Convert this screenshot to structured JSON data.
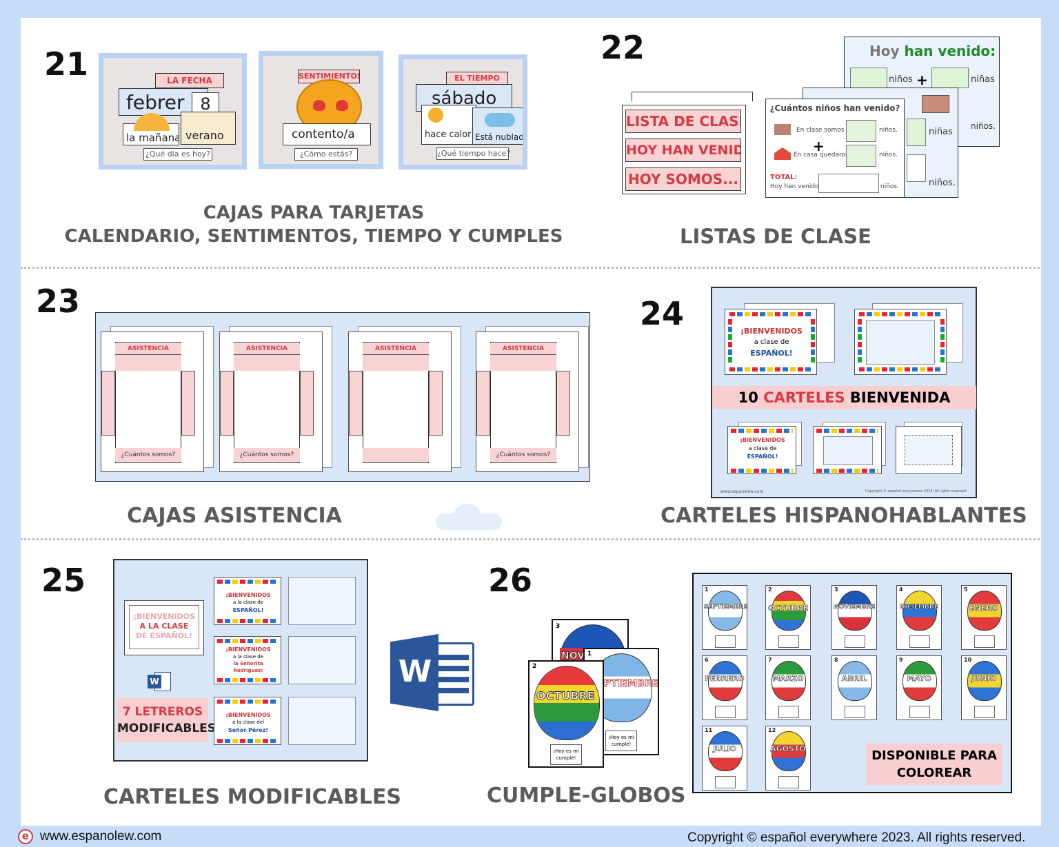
{
  "sections": {
    "s21": {
      "number": "21",
      "title_line1": "CAJAS PARA TARJETAS",
      "title_line2": "CALENDARIO, SENTIMENTOS, TIEMPO Y CUMPLES",
      "photo1": {
        "header": "LA FECHA",
        "month": "febrer",
        "day": "8",
        "part": "la mañana",
        "season": "verano",
        "question": "¿Qué día es hoy?"
      },
      "photo2": {
        "header": "SENTIMIENTOS",
        "feeling": "contento/a",
        "question": "¿Cómo estás?"
      },
      "photo3": {
        "header": "EL TIEMPO",
        "weekday": "sábado",
        "weather1": "hace calor",
        "weather2": "Está nublado",
        "question": "¿Qué tiempo hace?"
      }
    },
    "s22": {
      "number": "22",
      "title": "LISTAS DE CLASE",
      "labels": [
        "LISTA DE CLASE",
        "HOY HAN VENIDO...",
        "HOY SOMOS..."
      ],
      "sheet_front": {
        "heading": "¿Cuántos niños han venido?",
        "row1": "En clase somos",
        "row2": "En casa quedaron",
        "unit": "niños.",
        "total_label": "TOTAL:",
        "total_text": "Hoy han venido",
        "total_unit": "niños."
      },
      "sheet_back": {
        "heading_part1": "Hoy",
        "heading_part2": "han venido:",
        "boys": "niños",
        "girls": "niñas",
        "girls2": "niñas",
        "girls3": "niños.",
        "boys3": "niños."
      }
    },
    "s23": {
      "number": "23",
      "title": "CAJAS ASISTENCIA",
      "box_header": "ASISTENCIA",
      "box_question": "¿Cuántos somos?"
    },
    "s24": {
      "number": "24",
      "title": "CARTELES HISPANOHABLANTES",
      "banner_count": "10",
      "banner_word1": "CARTELES",
      "banner_word2": "BIENVENIDA",
      "welcome1": "¡BIENVENIDOS",
      "welcome2": "a clase de",
      "welcome3": "ESPAÑOL!",
      "website": "www.espanolew.com",
      "copyright_small": "Copyright © español everywhere 2023. All rights reserved."
    },
    "s25": {
      "number": "25",
      "title": "CARTELES MODIFICABLES",
      "sign_line1": "¡BIENVENIDOS",
      "sign_line2": "A LA CLASE",
      "sign_line3": "DE ESPAÑOL!",
      "badge_count": "7",
      "badge_word1": "LETREROS",
      "badge_word2": "MODIFICABLES",
      "card1": [
        "¡BIENVENIDOS",
        "a la clase de",
        "ESPAÑOL!"
      ],
      "card2": [
        "¡BIENVENIDOS",
        "a la clase de",
        "la Señorita",
        "Rodríguez!"
      ],
      "card3": [
        "¡BIENVENIDOS",
        "a la clase del",
        "Señor Pérez!"
      ],
      "word_letter": "W"
    },
    "s26": {
      "number": "26",
      "title": "CUMPLE-GLOBOS",
      "fan_cards": [
        {
          "n": "3",
          "label": "NOV"
        },
        {
          "n": "1",
          "label": "SEPTIEMBRE"
        },
        {
          "n": "2",
          "label": "OCTUBRE"
        }
      ],
      "fan_caption": "¡Hoy es mi cumple!",
      "months": [
        {
          "n": "1",
          "label": "SEPTIEMBRE"
        },
        {
          "n": "2",
          "label": "OCTUBRE"
        },
        {
          "n": "3",
          "label": "NOVIEMBRE"
        },
        {
          "n": "4",
          "label": "DICIEMBRE"
        },
        {
          "n": "5",
          "label": "ENERO"
        },
        {
          "n": "6",
          "label": "FEBRERO"
        },
        {
          "n": "7",
          "label": "MARZO"
        },
        {
          "n": "8",
          "label": "ABRIL"
        },
        {
          "n": "9",
          "label": "MAYO"
        },
        {
          "n": "10",
          "label": "JUNIO"
        },
        {
          "n": "11",
          "label": "JULIO"
        },
        {
          "n": "12",
          "label": "AGOSTO"
        }
      ],
      "coloring_line1": "DISPONIBLE PARA",
      "coloring_line2": "COLOREAR"
    }
  },
  "footer": {
    "website": "www.espanolew.com",
    "copyright": "Copyright © español everywhere 2023. All rights reserved.",
    "logo_letter": "e"
  },
  "colors": {
    "page_bg": "#c7ddf7",
    "accent_red": "#d63a44",
    "pink": "#f7d3d3",
    "panel_blue": "#d8e6f8"
  }
}
